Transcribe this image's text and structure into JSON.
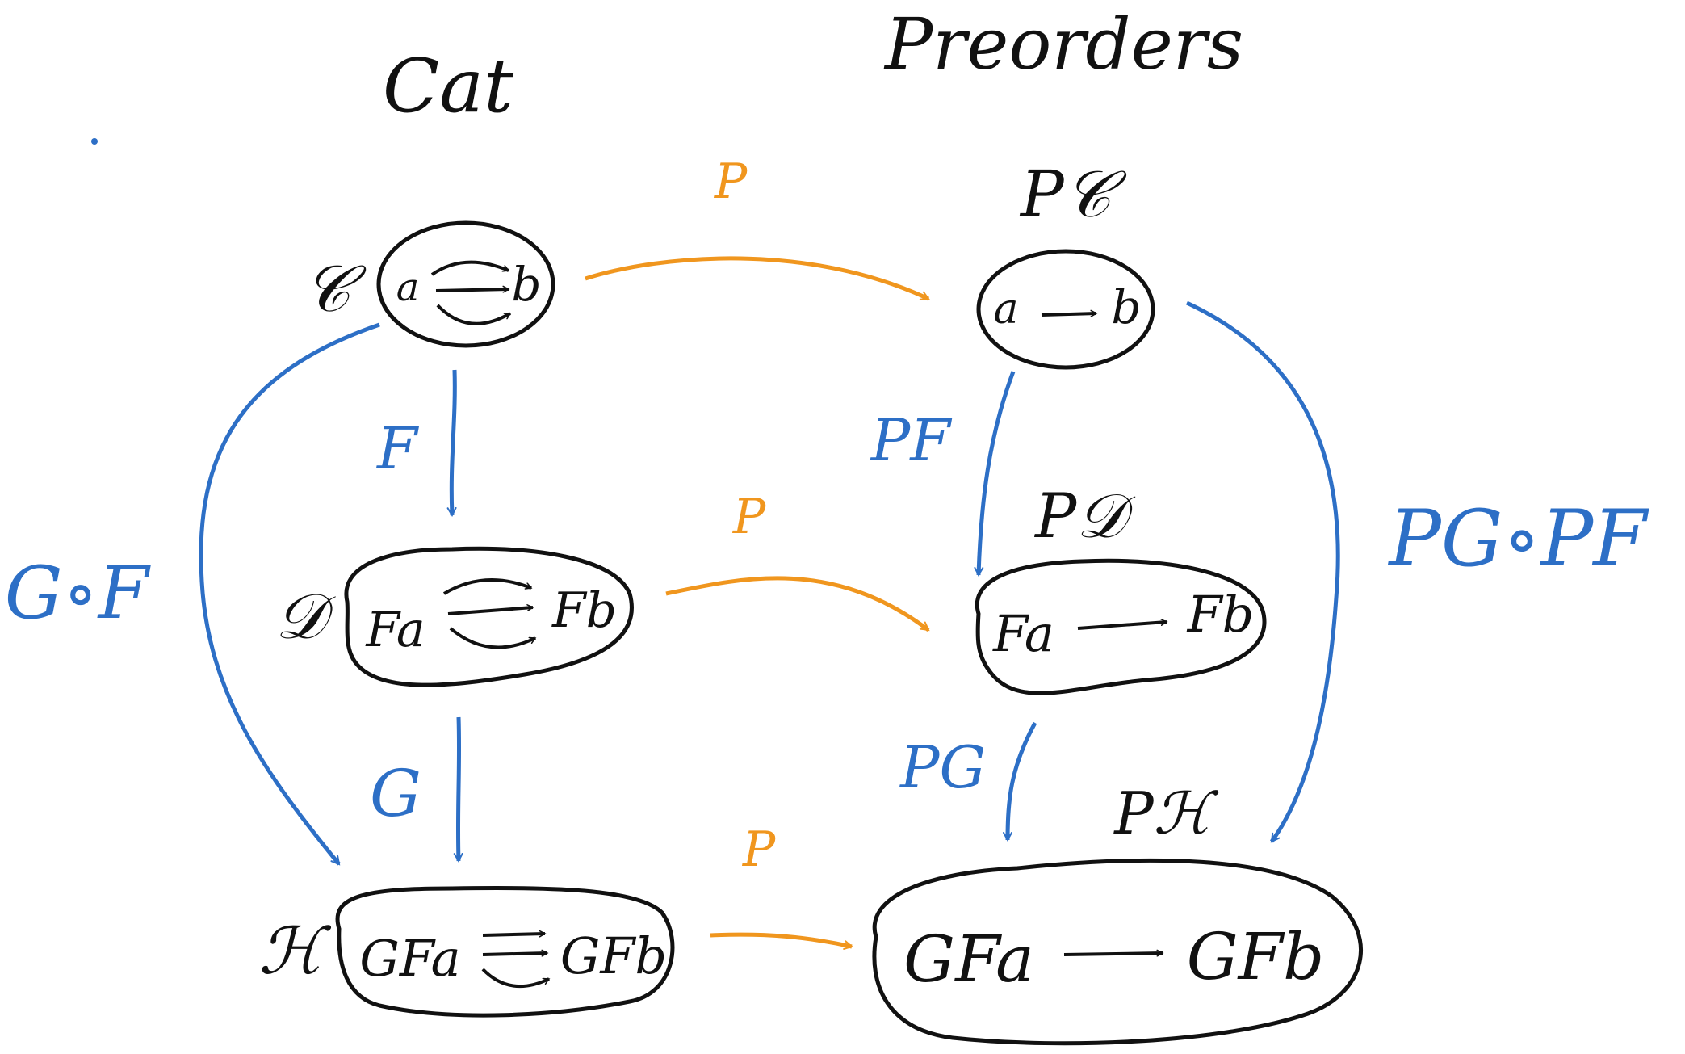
{
  "colors": {
    "ink": "#111111",
    "orange": "#f0961e",
    "blue": "#2d6fc6"
  },
  "headers": {
    "left": "Cat",
    "right": "Preorders"
  },
  "objects": {
    "C": {
      "name": "𝒞",
      "left": "a",
      "right": "b"
    },
    "D": {
      "name": "𝒟",
      "left": "Fa",
      "right": "Fb"
    },
    "H": {
      "name": "ℋ",
      "left": "GFa",
      "right": "GFb"
    },
    "PC": {
      "name": "P𝒞",
      "left": "a",
      "right": "b"
    },
    "PD": {
      "name": "P𝒟",
      "left": "Fa",
      "right": "Fb"
    },
    "PH": {
      "name": "Pℋ",
      "left": "GFa",
      "right": "GFb"
    }
  },
  "arrows": {
    "P_top": "P",
    "P_mid": "P",
    "P_bot": "P",
    "F": "F",
    "G": "G",
    "GoF": "G∘F",
    "PF": "PF",
    "PG": "PG",
    "PGoPF": "PG∘PF"
  }
}
